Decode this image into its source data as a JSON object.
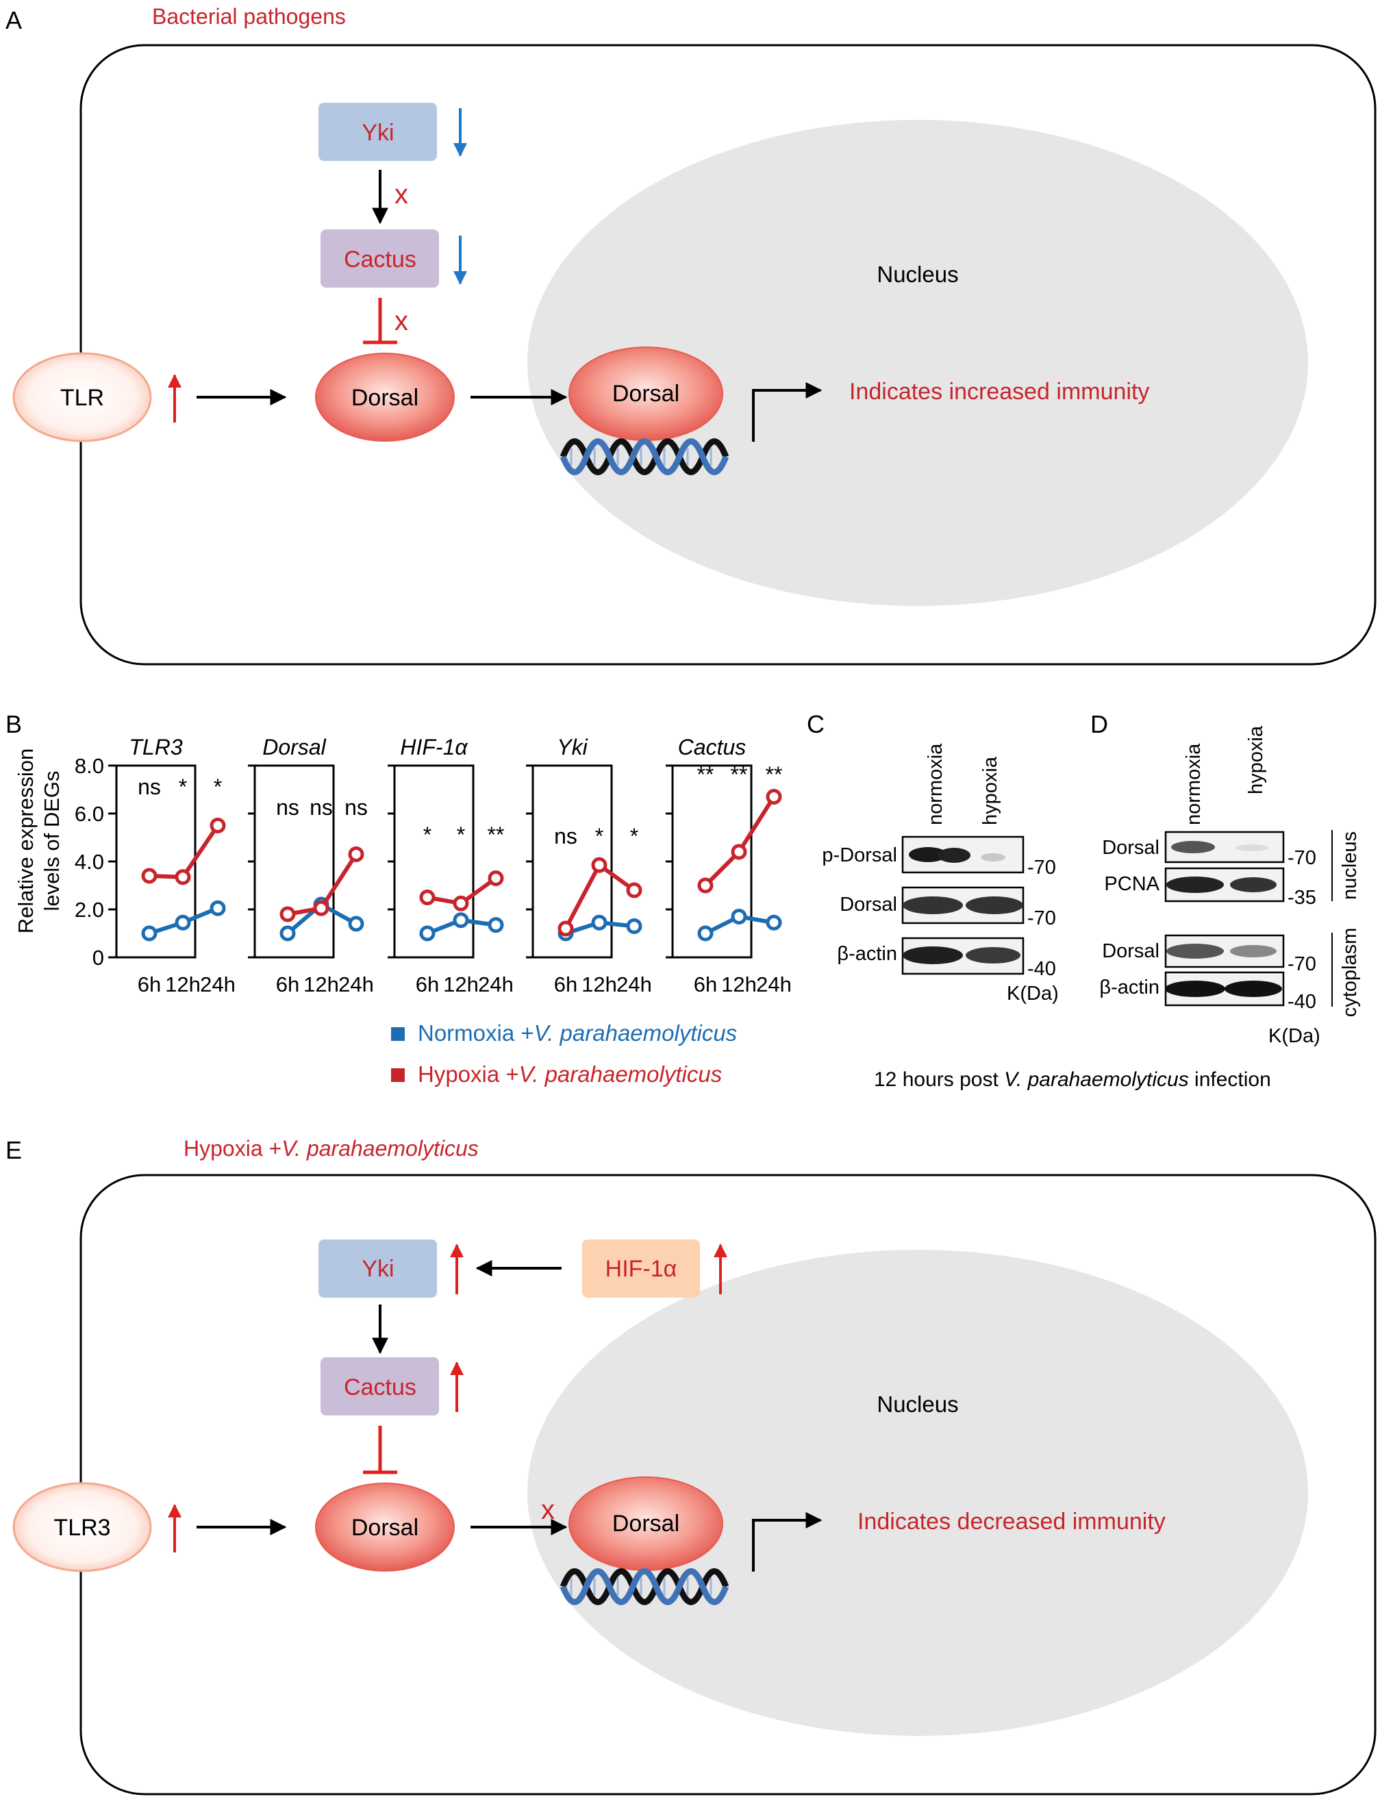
{
  "panels": {
    "A": {
      "letter": "A",
      "title": "Bacterial pathogens",
      "nucleus_label": "Nucleus",
      "yki": "Yki",
      "cactus": "Cactus",
      "dorsal_cyto": "Dorsal",
      "dorsal_nuc": "Dorsal",
      "tlr": "TLR",
      "inhibit_mark_1": "x",
      "inhibit_mark_2": "x",
      "outcome": "Indicates increased immunity"
    },
    "B": {
      "letter": "B",
      "y_axis_label_line1": "Relative expression",
      "y_axis_label_line2": "levels of DEGs",
      "legend": [
        {
          "label": "Normoxia +",
          "italic": "V. parahaemolyticus",
          "color": "#1c6db3"
        },
        {
          "label": "Hypoxia +",
          "italic": "V. parahaemolyticus",
          "color": "#c8242b"
        }
      ]
    },
    "C": {
      "letter": "C",
      "lanes": [
        "normoxia",
        "hypoxia"
      ],
      "rows": [
        "p-Dorsal",
        "Dorsal",
        "β-actin"
      ],
      "markers": [
        "-70",
        "-70",
        "-40"
      ],
      "unit": "K(Da)"
    },
    "D": {
      "letter": "D",
      "lanes": [
        "normoxia",
        "hypoxia"
      ],
      "rows": [
        "Dorsal",
        "PCNA",
        "Dorsal",
        "β-actin"
      ],
      "markers": [
        "-70",
        "-35",
        "-70",
        "-40"
      ],
      "unit": "K(Da)",
      "group_nucleus": "nucleus",
      "group_cytoplasm": "cytoplasm"
    },
    "CD_caption": {
      "before": "12 hours post ",
      "italic": "V. parahaemolyticus",
      "after": " infection"
    },
    "E": {
      "letter": "E",
      "title_plain": "Hypoxia +",
      "title_italic": "V. parahaemolyticus",
      "nucleus_label": "Nucleus",
      "yki": "Yki",
      "hif": "HIF-1α",
      "cactus": "Cactus",
      "dorsal_cyto": "Dorsal",
      "dorsal_nuc": "Dorsal",
      "tlr": "TLR3",
      "block_mark": "x",
      "outcome": "Indicates decreased immunity"
    }
  },
  "chart_data": {
    "type": "line",
    "ylim": [
      0,
      8.0
    ],
    "y_ticks": [
      "0",
      "2.0",
      "4.0",
      "6.0",
      "8.0"
    ],
    "categories": [
      "6h",
      "12h",
      "24h"
    ],
    "subplots": [
      {
        "gene": "TLR3",
        "normoxia": [
          1.0,
          1.45,
          2.05
        ],
        "hypoxia": [
          3.4,
          3.35,
          5.5
        ],
        "significance": [
          "ns",
          "*",
          "*"
        ]
      },
      {
        "gene": "Dorsal",
        "normoxia": [
          1.0,
          2.2,
          1.4
        ],
        "hypoxia": [
          1.8,
          2.05,
          4.3
        ],
        "significance": [
          "ns",
          "ns",
          "ns"
        ]
      },
      {
        "gene": "HIF-1α",
        "normoxia": [
          1.0,
          1.55,
          1.35
        ],
        "hypoxia": [
          2.5,
          2.25,
          3.3
        ],
        "significance": [
          "*",
          "*",
          "**"
        ]
      },
      {
        "gene": "Yki",
        "normoxia": [
          1.0,
          1.45,
          1.3
        ],
        "hypoxia": [
          1.2,
          3.85,
          2.8
        ],
        "significance": [
          "ns",
          "*",
          "*"
        ]
      },
      {
        "gene": "Cactus",
        "normoxia": [
          1.0,
          1.7,
          1.45
        ],
        "hypoxia": [
          3.0,
          4.4,
          6.7
        ],
        "significance": [
          "**",
          "**",
          "**"
        ]
      }
    ],
    "series_colors": {
      "normoxia": "#1c6db3",
      "hypoxia": "#c8242b"
    }
  }
}
